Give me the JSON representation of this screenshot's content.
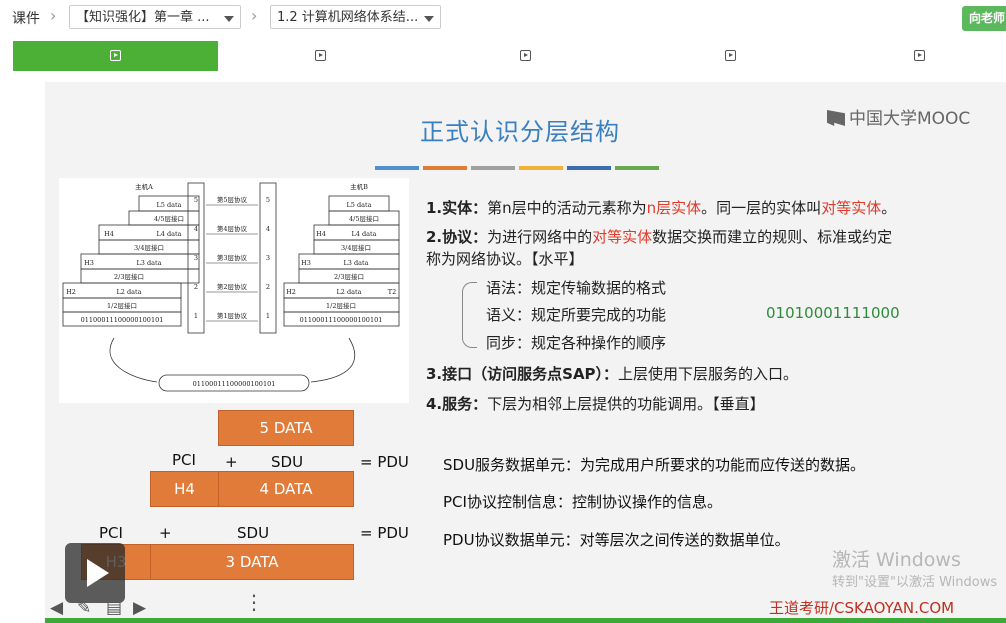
{
  "topbar": {
    "home": "课件",
    "dropdown1": "【知识强化】第一章 ...",
    "dropdown2": "1.2 计算机网络体系结...",
    "ask_button": "向老师"
  },
  "tabs": [
    {
      "icon": "play-icon",
      "active": true
    },
    {
      "icon": "play-icon",
      "active": false
    },
    {
      "icon": "play-icon",
      "active": false
    },
    {
      "icon": "play-icon",
      "active": false
    },
    {
      "icon": "play-icon",
      "active": false
    }
  ],
  "slide": {
    "title": "正式认识分层结构",
    "logo": "中国大学MOOC",
    "title_bar_colors": [
      "#4f8fd0",
      "#e07b39",
      "#a0a0a0",
      "#f2b134",
      "#3b6bb0",
      "#6aa84f"
    ],
    "diagram": {
      "hostA": "主机A",
      "hostB": "主机B",
      "bits": "01100011100000100101",
      "protocols": [
        "第5层协议",
        "第4层协议",
        "第3层协议",
        "第2层协议",
        "第1层协议"
      ],
      "layer_nums": [
        "5",
        "4",
        "3",
        "2",
        "1"
      ],
      "stack": [
        "L5 data",
        "4/5层接口",
        "L4 data",
        "3/4层接口",
        "L3 data",
        "2/3层接口",
        "L2 data",
        "1/2层接口"
      ],
      "headers": [
        "H4",
        "H3",
        "H2",
        "T2"
      ]
    },
    "p1_a": "1.实体：",
    "p1_b": "第n层中的活动元素称为",
    "p1_c": "n层实体",
    "p1_d": "。同一层的实体叫",
    "p1_e": "对等实体",
    "p1_f": "。",
    "p2_a": "2.协议：",
    "p2_b": "为进行网络中的",
    "p2_c": "对等实体",
    "p2_d": "数据交换而建立的规则、标准或约定",
    "p2_e": "称为网络协议。【水平】",
    "syntax": "语法：规定传输数据的格式",
    "semantics": "语义：规定所要完成的功能",
    "timing": "同步：规定各种操作的顺序",
    "bits_green": "01010001111000",
    "p3_a": "3.接口（访问服务点SAP）：",
    "p3_b": "上层使用下层服务的入口。",
    "p4_a": "4.服务：",
    "p4_b": "下层为相邻上层提供的功能调用。【垂直】",
    "box5": "5 DATA",
    "box_h4": "H4",
    "box4": "4 DATA",
    "box_h3": "H3",
    "box3": "3 DATA",
    "pci": "PCI",
    "plus": "+",
    "sdu": "SDU",
    "eq_pdu": "= PDU",
    "def_sdu": "SDU服务数据单元：为完成用户所要求的功能而应传送的数据。",
    "def_pci": "PCI协议控制信息：控制协议操作的信息。",
    "def_pdu": "PDU协议数据单元：对等层次之间传送的数据单位。",
    "watermark1": "激活 Windows",
    "watermark2": "转到\"设置\"以激活 Windows",
    "brand": "王道考研/CSKAOYAN.COM"
  }
}
